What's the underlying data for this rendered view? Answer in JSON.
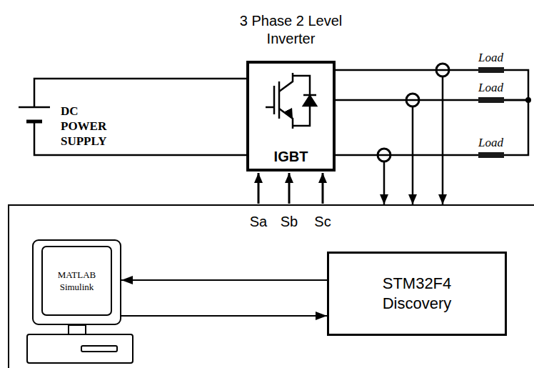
{
  "diagram": {
    "nodes": [
      {
        "text": [
          "3 Phase 2 Level Inverter",
          "IGBT"
        ]
      },
      {
        "text": [
          "Load"
        ]
      },
      {
        "text": [
          "Load"
        ]
      },
      {
        "text": [
          "Load"
        ]
      },
      {
        "text": [
          "MATLAB Simulink"
        ]
      },
      {
        "text": [
          "STM32F4 Discovery"
        ]
      }
    ],
    "edges": [
      {
        "from": 0,
        "to": 1,
        "arrow": "none"
      },
      {
        "from": 0,
        "to": 2,
        "arrow": "none"
      },
      {
        "from": 0,
        "to": 3,
        "arrow": "none"
      },
      {
        "from": 1,
        "to": 2,
        "arrow": "none"
      },
      {
        "from": 2,
        "to": 3,
        "arrow": "none"
      },
      {
        "from": 5,
        "to": 4,
        "arrow": "to"
      },
      {
        "from": 4,
        "to": 5,
        "arrow": "to"
      }
    ],
    "labels": [
      "DC POWER SUPPLY",
      "Sa",
      "Sb",
      "Sc"
    ]
  }
}
